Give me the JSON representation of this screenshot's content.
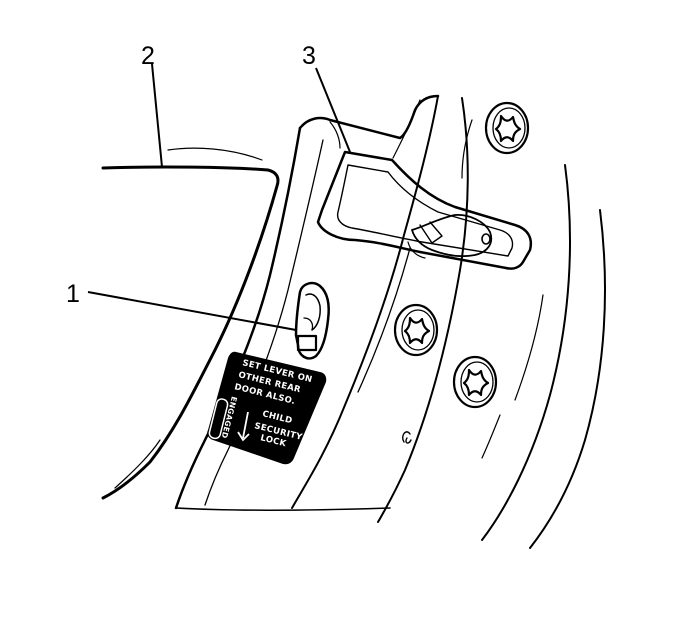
{
  "figure": {
    "callouts": [
      {
        "id": "1",
        "label": "1"
      },
      {
        "id": "2",
        "label": "2"
      },
      {
        "id": "3",
        "label": "3"
      }
    ],
    "decal": {
      "line1": "SET LEVER ON",
      "line2": "OTHER REAR",
      "line3": "DOOR ALSO.",
      "child": "CHILD",
      "security": "SECURITY",
      "lock": "LOCK",
      "engaged": "ENGAGED"
    }
  }
}
